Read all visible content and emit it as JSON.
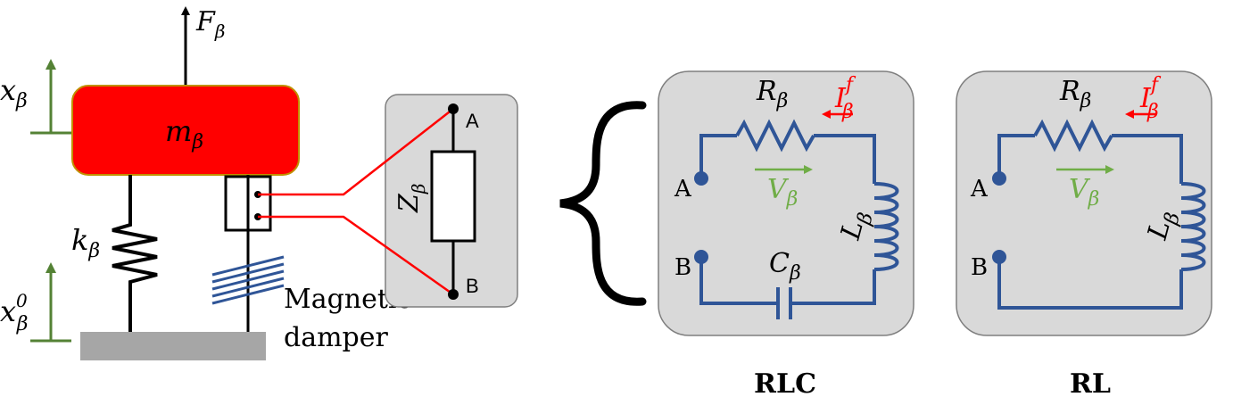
{
  "mass_system": {
    "force_label": "F",
    "force_sub": "β",
    "mass_label": "m",
    "mass_sub": "β",
    "disp_label": "x",
    "disp_sub": "β",
    "spring_label": "k",
    "spring_sub": "β",
    "ground_disp_label": "x",
    "ground_disp_sub": "β",
    "ground_disp_sup": "0",
    "damper_label_line1": "Magnetic",
    "damper_label_line2": "damper"
  },
  "impedance_box": {
    "label": "Z",
    "label_sub": "β",
    "terminal_a": "A",
    "terminal_b": "B"
  },
  "rlc_circuit": {
    "title": "RLC",
    "resistor": "R",
    "resistor_sub": "β",
    "current": "I",
    "current_sub": "β",
    "current_sup": "f",
    "voltage": "V",
    "voltage_sub": "β",
    "inductor": "L",
    "inductor_sub": "β",
    "capacitor": "C",
    "capacitor_sub": "β",
    "terminal_a": "A",
    "terminal_b": "B"
  },
  "rl_circuit": {
    "title": "RL",
    "resistor": "R",
    "resistor_sub": "β",
    "current": "I",
    "current_sub": "β",
    "current_sup": "f",
    "voltage": "V",
    "voltage_sub": "β",
    "inductor": "L",
    "inductor_sub": "β",
    "terminal_a": "A",
    "terminal_b": "B"
  },
  "colors": {
    "mass_fill": "#ff0000",
    "circuit_wire": "#2f5597",
    "current_red": "#ff0000",
    "voltage_green": "#70ad47",
    "disp_arrow_green": "#548235",
    "panel_fill": "#d9d9d9",
    "ground_fill": "#a6a6a6",
    "damper_blue": "#2f5597"
  }
}
